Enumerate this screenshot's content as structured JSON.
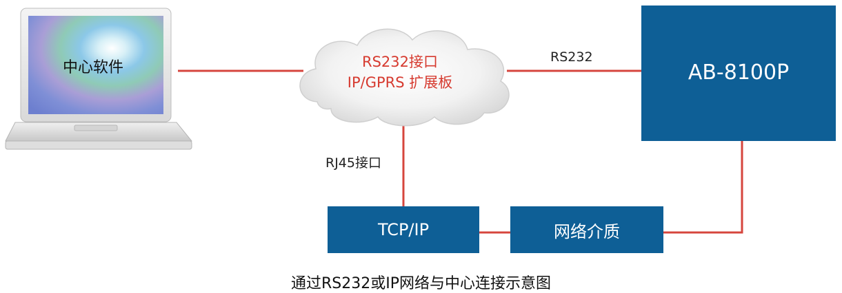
{
  "laptop": {
    "screen_label": "中心软件"
  },
  "cloud": {
    "line1": "RS232接口",
    "line2": "IP/GPRS 扩展板"
  },
  "device": {
    "label": "AB-8100P"
  },
  "links": {
    "rs232_label": "RS232",
    "rj45_label": "RJ45接口"
  },
  "boxes": {
    "tcpip_label": "TCP/IP",
    "medium_label": "网络介质"
  },
  "caption": "通过RS232或IP网络与中心连接示意图",
  "colors": {
    "box_blue": "#0e5f96",
    "wire_red": "#d6453d",
    "cloud_text_red": "#d63a2f"
  }
}
